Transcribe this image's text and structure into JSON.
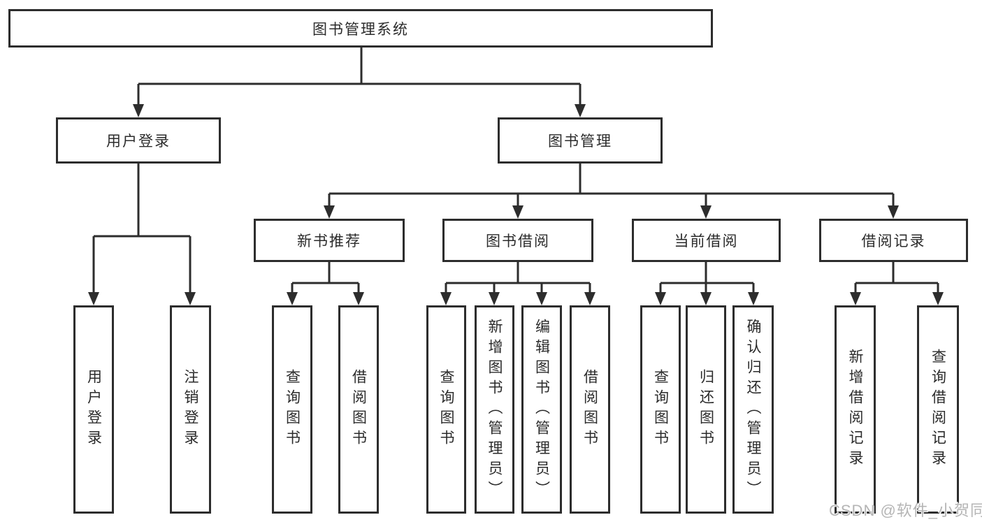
{
  "diagram_title": "图书管理系统",
  "tree": {
    "label": "图书管理系统",
    "children": [
      {
        "label": "用户登录",
        "children": [
          {
            "label": "用户登录"
          },
          {
            "label": "注销登录"
          }
        ]
      },
      {
        "label": "图书管理",
        "children": [
          {
            "label": "新书推荐",
            "children": [
              {
                "label": "查询图书"
              },
              {
                "label": "借阅图书"
              }
            ]
          },
          {
            "label": "图书借阅",
            "children": [
              {
                "label": "查询图书"
              },
              {
                "label": "新增图书（管理员）"
              },
              {
                "label": "编辑图书（管理员）"
              },
              {
                "label": "借阅图书"
              }
            ]
          },
          {
            "label": "当前借阅",
            "children": [
              {
                "label": "查询图书"
              },
              {
                "label": "归还图书"
              },
              {
                "label": "确认归还（管理员）"
              }
            ]
          },
          {
            "label": "借阅记录",
            "children": [
              {
                "label": "新增借阅记录"
              },
              {
                "label": "查询借阅记录"
              }
            ]
          }
        ]
      }
    ]
  },
  "watermark": "CSDN @软件_小贺同学",
  "colors": {
    "line": "#2d2d2d",
    "box_border": "#2d2d2d",
    "text": "#2b2b2b",
    "background": "#ffffff",
    "watermark": "#b5b5b5"
  }
}
